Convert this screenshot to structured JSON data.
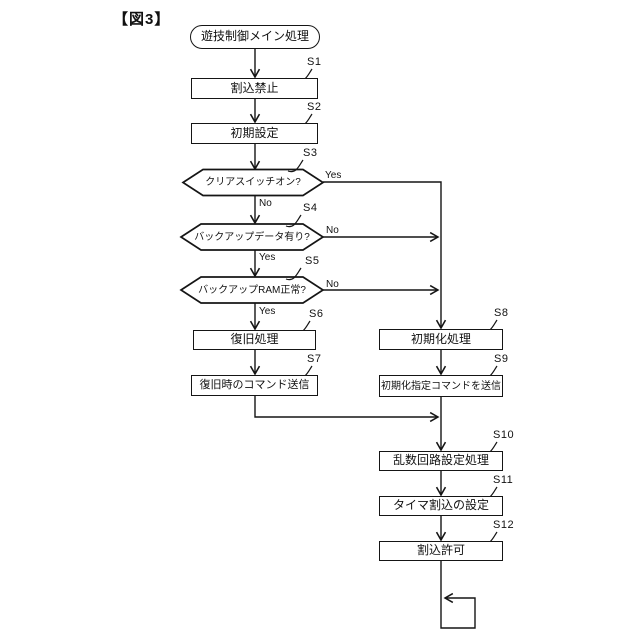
{
  "figure_label": "【図3】",
  "nodes": {
    "start": {
      "text": "遊技制御メイン処理"
    },
    "s1": {
      "id": "S1",
      "text": "割込禁止"
    },
    "s2": {
      "id": "S2",
      "text": "初期設定"
    },
    "s3": {
      "id": "S3",
      "text": "クリアスイッチオン?"
    },
    "s4": {
      "id": "S4",
      "text": "バックアップデータ有り?"
    },
    "s5": {
      "id": "S5",
      "text": "バックアップRAM正常?"
    },
    "s6": {
      "id": "S6",
      "text": "復旧処理"
    },
    "s7": {
      "id": "S7",
      "text": "復旧時のコマンド送信"
    },
    "s8": {
      "id": "S8",
      "text": "初期化処理"
    },
    "s9": {
      "id": "S9",
      "text": "初期化指定コマンドを送信"
    },
    "s10": {
      "id": "S10",
      "text": "乱数回路設定処理"
    },
    "s11": {
      "id": "S11",
      "text": "タイマ割込の設定"
    },
    "s12": {
      "id": "S12",
      "text": "割込許可"
    }
  },
  "branch_labels": {
    "s3_yes": "Yes",
    "s3_no": "No",
    "s4_no": "No",
    "s4_yes": "Yes",
    "s5_no": "No",
    "s5_yes": "Yes"
  },
  "edges": [
    {
      "from": "start",
      "to": "S1"
    },
    {
      "from": "S1",
      "to": "S2"
    },
    {
      "from": "S2",
      "to": "S3"
    },
    {
      "from": "S3",
      "to": "S4",
      "label": "No"
    },
    {
      "from": "S3",
      "to": "S8",
      "label": "Yes"
    },
    {
      "from": "S4",
      "to": "S5",
      "label": "Yes"
    },
    {
      "from": "S4",
      "to": "S8",
      "label": "No"
    },
    {
      "from": "S5",
      "to": "S6",
      "label": "Yes"
    },
    {
      "from": "S5",
      "to": "S8",
      "label": "No"
    },
    {
      "from": "S6",
      "to": "S7"
    },
    {
      "from": "S7",
      "to": "S10"
    },
    {
      "from": "S8",
      "to": "S9"
    },
    {
      "from": "S9",
      "to": "S10"
    },
    {
      "from": "S10",
      "to": "S11"
    },
    {
      "from": "S11",
      "to": "S12"
    },
    {
      "from": "S12",
      "to": "loop"
    }
  ],
  "colors": {
    "line": "#151515",
    "background": "#ffffff"
  }
}
